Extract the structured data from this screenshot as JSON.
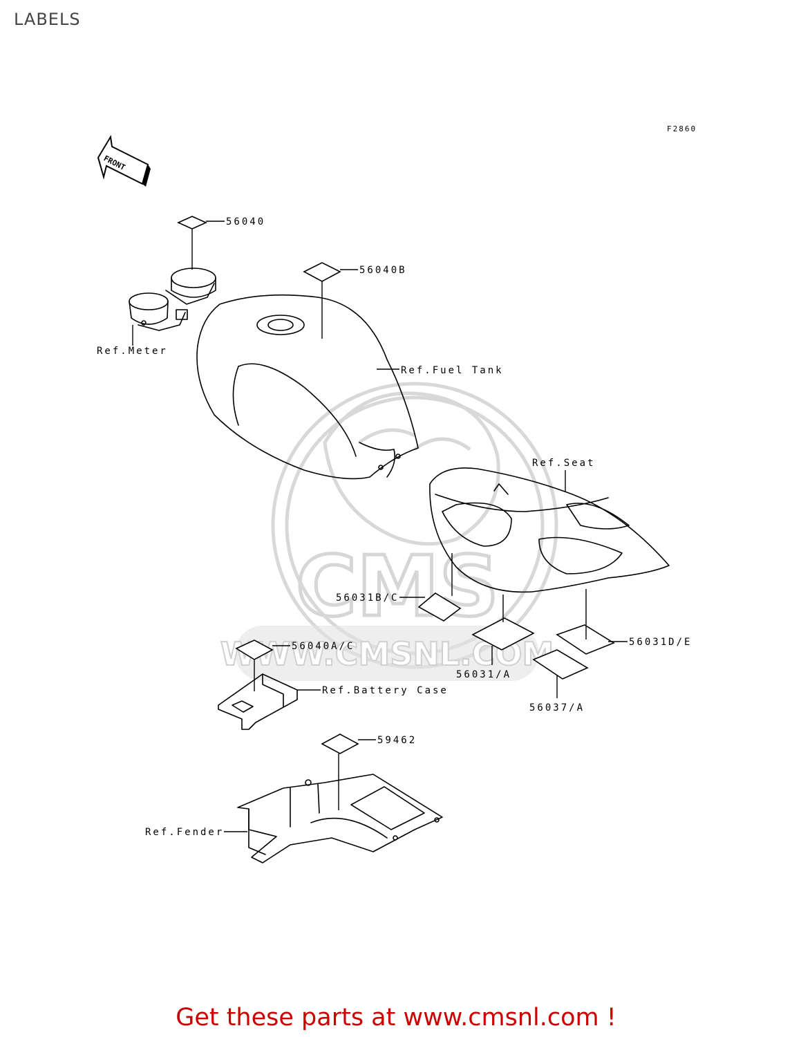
{
  "page_title": "LABELS",
  "figure_number": "F2860",
  "front_arrow_text": "FRONT",
  "watermark": {
    "logo_text": "CMS",
    "url_text": "WWW.CMSNL.COM"
  },
  "callouts": {
    "p56040": "56040",
    "p56040b": "56040B",
    "ref_meter": "Ref.Meter",
    "ref_fuel_tank": "Ref.Fuel Tank",
    "ref_seat": "Ref.Seat",
    "p56031bc": "56031B/C",
    "p56040ac": "56040A/C",
    "ref_battery_case": "Ref.Battery Case",
    "p56031a": "56031/A",
    "p56031de": "56031D/E",
    "p56037a": "56037/A",
    "p59462": "59462",
    "ref_fender": "Ref.Fender"
  },
  "footer": {
    "text": "Get these parts at www.cmsnl.com !",
    "color": "#cc0000"
  }
}
